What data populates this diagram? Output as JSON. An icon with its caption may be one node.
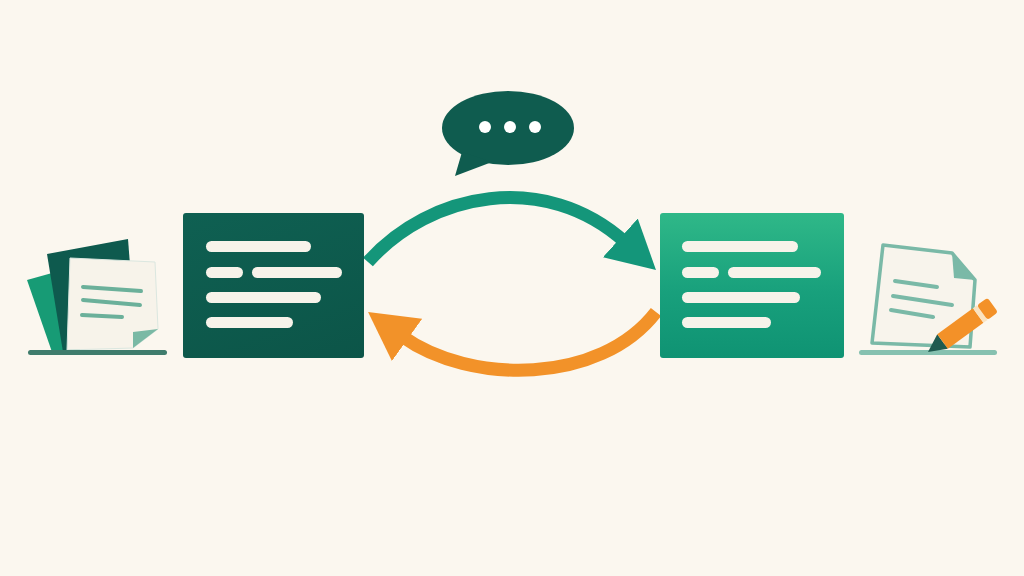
{
  "diagram": {
    "nodes": [
      {
        "text": [],
        "shape": "picture"
      },
      {
        "text": [],
        "shape": "box"
      },
      {
        "text": [],
        "shape": "picture"
      },
      {
        "text": [],
        "shape": "box"
      },
      {
        "text": [],
        "shape": "picture"
      }
    ],
    "edges": [
      {
        "from": 1,
        "to": 3,
        "arrow": "to",
        "color": "#14967a"
      },
      {
        "from": 3,
        "to": 1,
        "arrow": "to",
        "color": "#f29229"
      }
    ]
  }
}
